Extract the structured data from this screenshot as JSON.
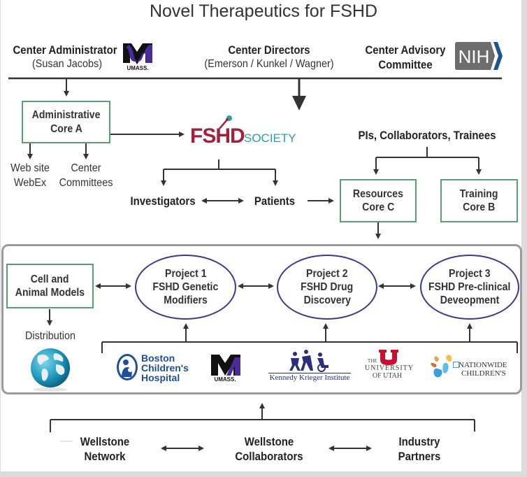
{
  "title": "Novel Therapeutics for FSHD",
  "header": {
    "administrator": {
      "label": "Center Administrator",
      "name": "(Susan Jacobs)"
    },
    "directors": {
      "label": "Center Directors",
      "names": "(Emerson / Kunkel / Wagner)"
    },
    "advisory": {
      "label_line1": "Center Advisory",
      "label_line2": "Committee"
    }
  },
  "logos": {
    "umass": "UMASS.",
    "nih": "NIH",
    "fshd_society": {
      "main": "FSHD",
      "sub": "SOCIETY"
    },
    "boston_childrens": [
      "Boston",
      "Children's",
      "Hospital"
    ],
    "kennedy_krieger": "Kennedy Krieger Institute",
    "utah": {
      "the": "THE",
      "university": "UNIVERSITY",
      "of_utah": "OF UTAH",
      "letter": "U"
    },
    "nationwide": [
      "NATIONWIDE",
      "CHILDREN'S"
    ]
  },
  "admin_core": {
    "line1": "Administrative",
    "line2": "Core A"
  },
  "admin_outputs": [
    {
      "line1": "Web site",
      "line2": "WebEx"
    },
    {
      "line1": "Center",
      "line2": "Committees"
    }
  ],
  "society_outputs": {
    "investigators": "Investigators",
    "patients": "Patients"
  },
  "pis_label": "PIs, Collaborators, Trainees",
  "resources_core": {
    "line1": "Resources",
    "line2": "Core C"
  },
  "training_core": {
    "line1": "Training",
    "line2": "Core B"
  },
  "cell_models": {
    "line1": "Cell and",
    "line2": "Animal Models"
  },
  "distribution": "Distribution",
  "projects": [
    {
      "line1": "Project 1",
      "line2": "FSHD Genetic",
      "line3": "Modifiers"
    },
    {
      "line1": "Project 2",
      "line2": "FSHD Drug",
      "line3": "Discovery"
    },
    {
      "line1": "Project 3",
      "line2": "FSHD Pre-clinical",
      "line3": "Deveopment"
    }
  ],
  "bottom": [
    {
      "line1": "Wellstone",
      "line2": "Network"
    },
    {
      "line1": "Wellstone",
      "line2": "Collaborators"
    },
    {
      "line1": "Industry",
      "line2": "Partners"
    }
  ],
  "colors": {
    "box_border": "#5a9e78",
    "ellipse_border": "#3a3a8f",
    "fshd_red": "#a2223a",
    "fshd_teal": "#2aa0a8",
    "umass_purple": "#4b2a9b",
    "nih_grey": "#6d6d6d",
    "nih_blue": "#20558a",
    "utah_red": "#c8102e"
  }
}
